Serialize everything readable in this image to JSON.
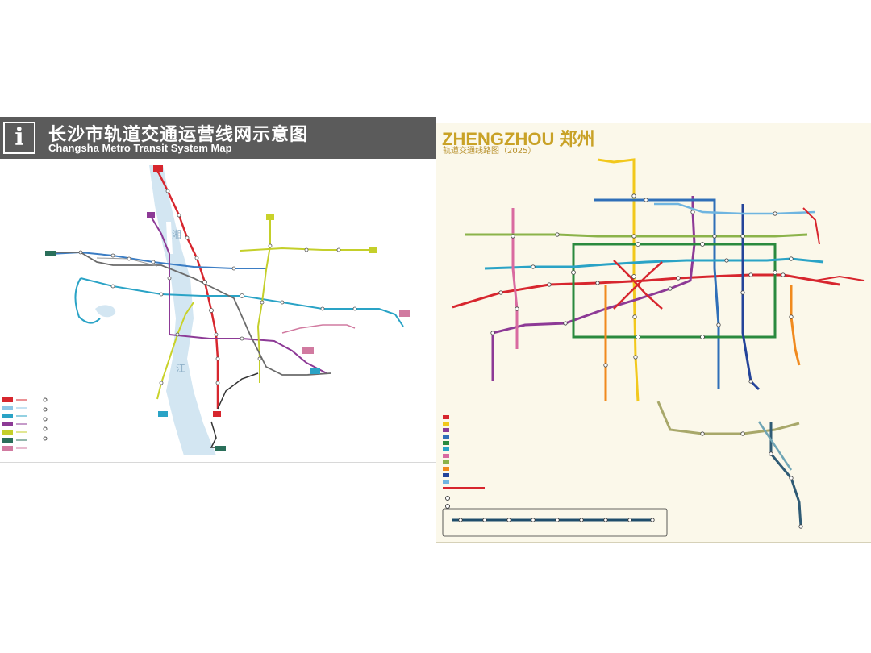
{
  "changsha": {
    "title_cn": "长沙市轨道交通运营线网示意图",
    "title_en": "Changsha Metro Transit System Map",
    "info_icon": "i",
    "river_chars": [
      "湘",
      "江"
    ]
  },
  "zhengzhou": {
    "title": "ZHENGZHOU 郑州",
    "subtitle": "轨道交通线路图（2025）"
  }
}
